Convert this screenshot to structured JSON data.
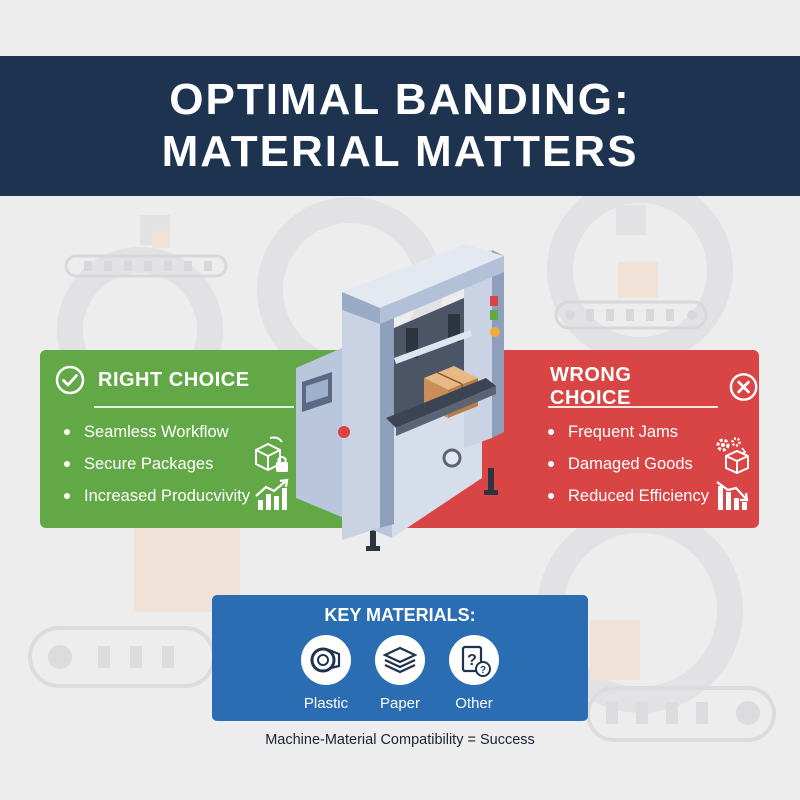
{
  "title": {
    "line1": "OPTIMAL BANDING:",
    "line2": "MATERIAL MATTERS"
  },
  "right_choice": {
    "heading": "RIGHT CHOICE",
    "items": [
      "Seamless Workflow",
      "Secure Packages",
      "Increased Producvivity"
    ],
    "icons": [
      "check-circle-icon",
      "secure-package-icon",
      "growth-chart-icon"
    ],
    "color": "#62a846"
  },
  "wrong_choice": {
    "heading": "WRONG CHOICE",
    "items": [
      "Frequent Jams",
      "Damaged Goods",
      "Reduced Efficiency"
    ],
    "icons": [
      "x-circle-icon",
      "damaged-goods-icon",
      "decline-chart-icon"
    ],
    "color": "#d94545"
  },
  "key_materials": {
    "heading": "KEY MATERIALS:",
    "items": [
      {
        "label": "Plastic",
        "icon": "tape-roll-icon"
      },
      {
        "label": "Paper",
        "icon": "paper-stack-icon"
      },
      {
        "label": "Other",
        "icon": "question-icon"
      }
    ],
    "color": "#2a6db3"
  },
  "footer": "Machine-Material Compatibility = Success",
  "colors": {
    "banner": "#1e3350",
    "background": "#ededee"
  }
}
